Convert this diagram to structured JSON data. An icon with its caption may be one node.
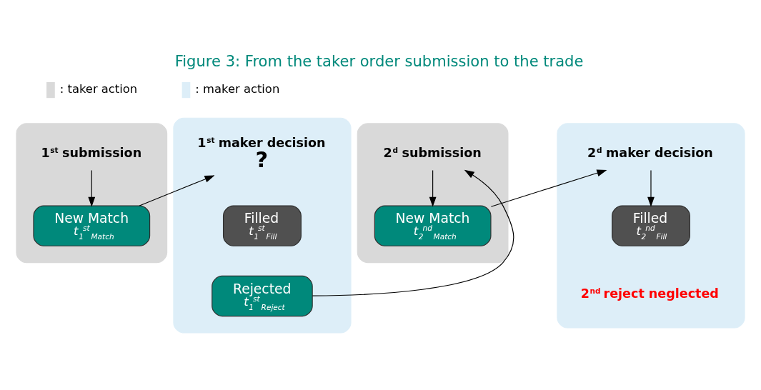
{
  "diagram": {
    "title": "Figure 3: From the taker order submission to the trade",
    "nodes": [
      {
        "text": [],
        "shape": "box"
      },
      {
        "text": [
          "1$^{st}$ submission"
        ],
        "in": 0
      },
      {
        "text": [
          "New Match",
          "t$_{1}$$^{st}$$_{ Match}$"
        ],
        "in": 0
      },
      {
        "text": [],
        "shape": "box"
      },
      {
        "text": [
          "1$^{st}$ maker decision"
        ],
        "in": 3,
        "beside": [
          "?"
        ]
      },
      {
        "text": [
          "Filled",
          "t$_{1}$$^{st}$$_{ Fill}$"
        ],
        "in": 3
      },
      {
        "text": [
          "Rejected",
          "t$_{1}$$^{st}$$_{ Reject}$"
        ],
        "in": 3
      },
      {
        "text": [],
        "shape": "box"
      },
      {
        "text": [
          "2$^{d}$ submission"
        ],
        "in": 7
      },
      {
        "text": [
          "New Match",
          "t$_{2}$$^{nd}$$_{ Match}$"
        ],
        "in": 7
      },
      {
        "text": [],
        "shape": "box"
      },
      {
        "text": [
          "2$^{d}$ maker decision"
        ],
        "in": 10
      },
      {
        "text": [
          "Filled",
          "t$_{2}$$^{nd}$$_{ Fill}$"
        ],
        "in": 10,
        "beside": [
          "2$^{nd}$ reject neglected"
        ]
      }
    ],
    "edges": [
      {
        "from": 1,
        "to": 2,
        "arrow": "to"
      },
      {
        "from": 2,
        "to": 4,
        "arrow": "to"
      },
      {
        "from": 6,
        "to": 8,
        "arrow": "to"
      },
      {
        "from": 8,
        "to": 9,
        "arrow": "to"
      },
      {
        "from": 9,
        "to": 11,
        "arrow": "to"
      },
      {
        "from": 11,
        "to": 12,
        "arrow": "to"
      }
    ],
    "legend": [
      {
        "text": ": taker action",
        "color": "#d9d9d9"
      },
      {
        "text": ": maker action",
        "color": "#ddeef8"
      }
    ]
  }
}
